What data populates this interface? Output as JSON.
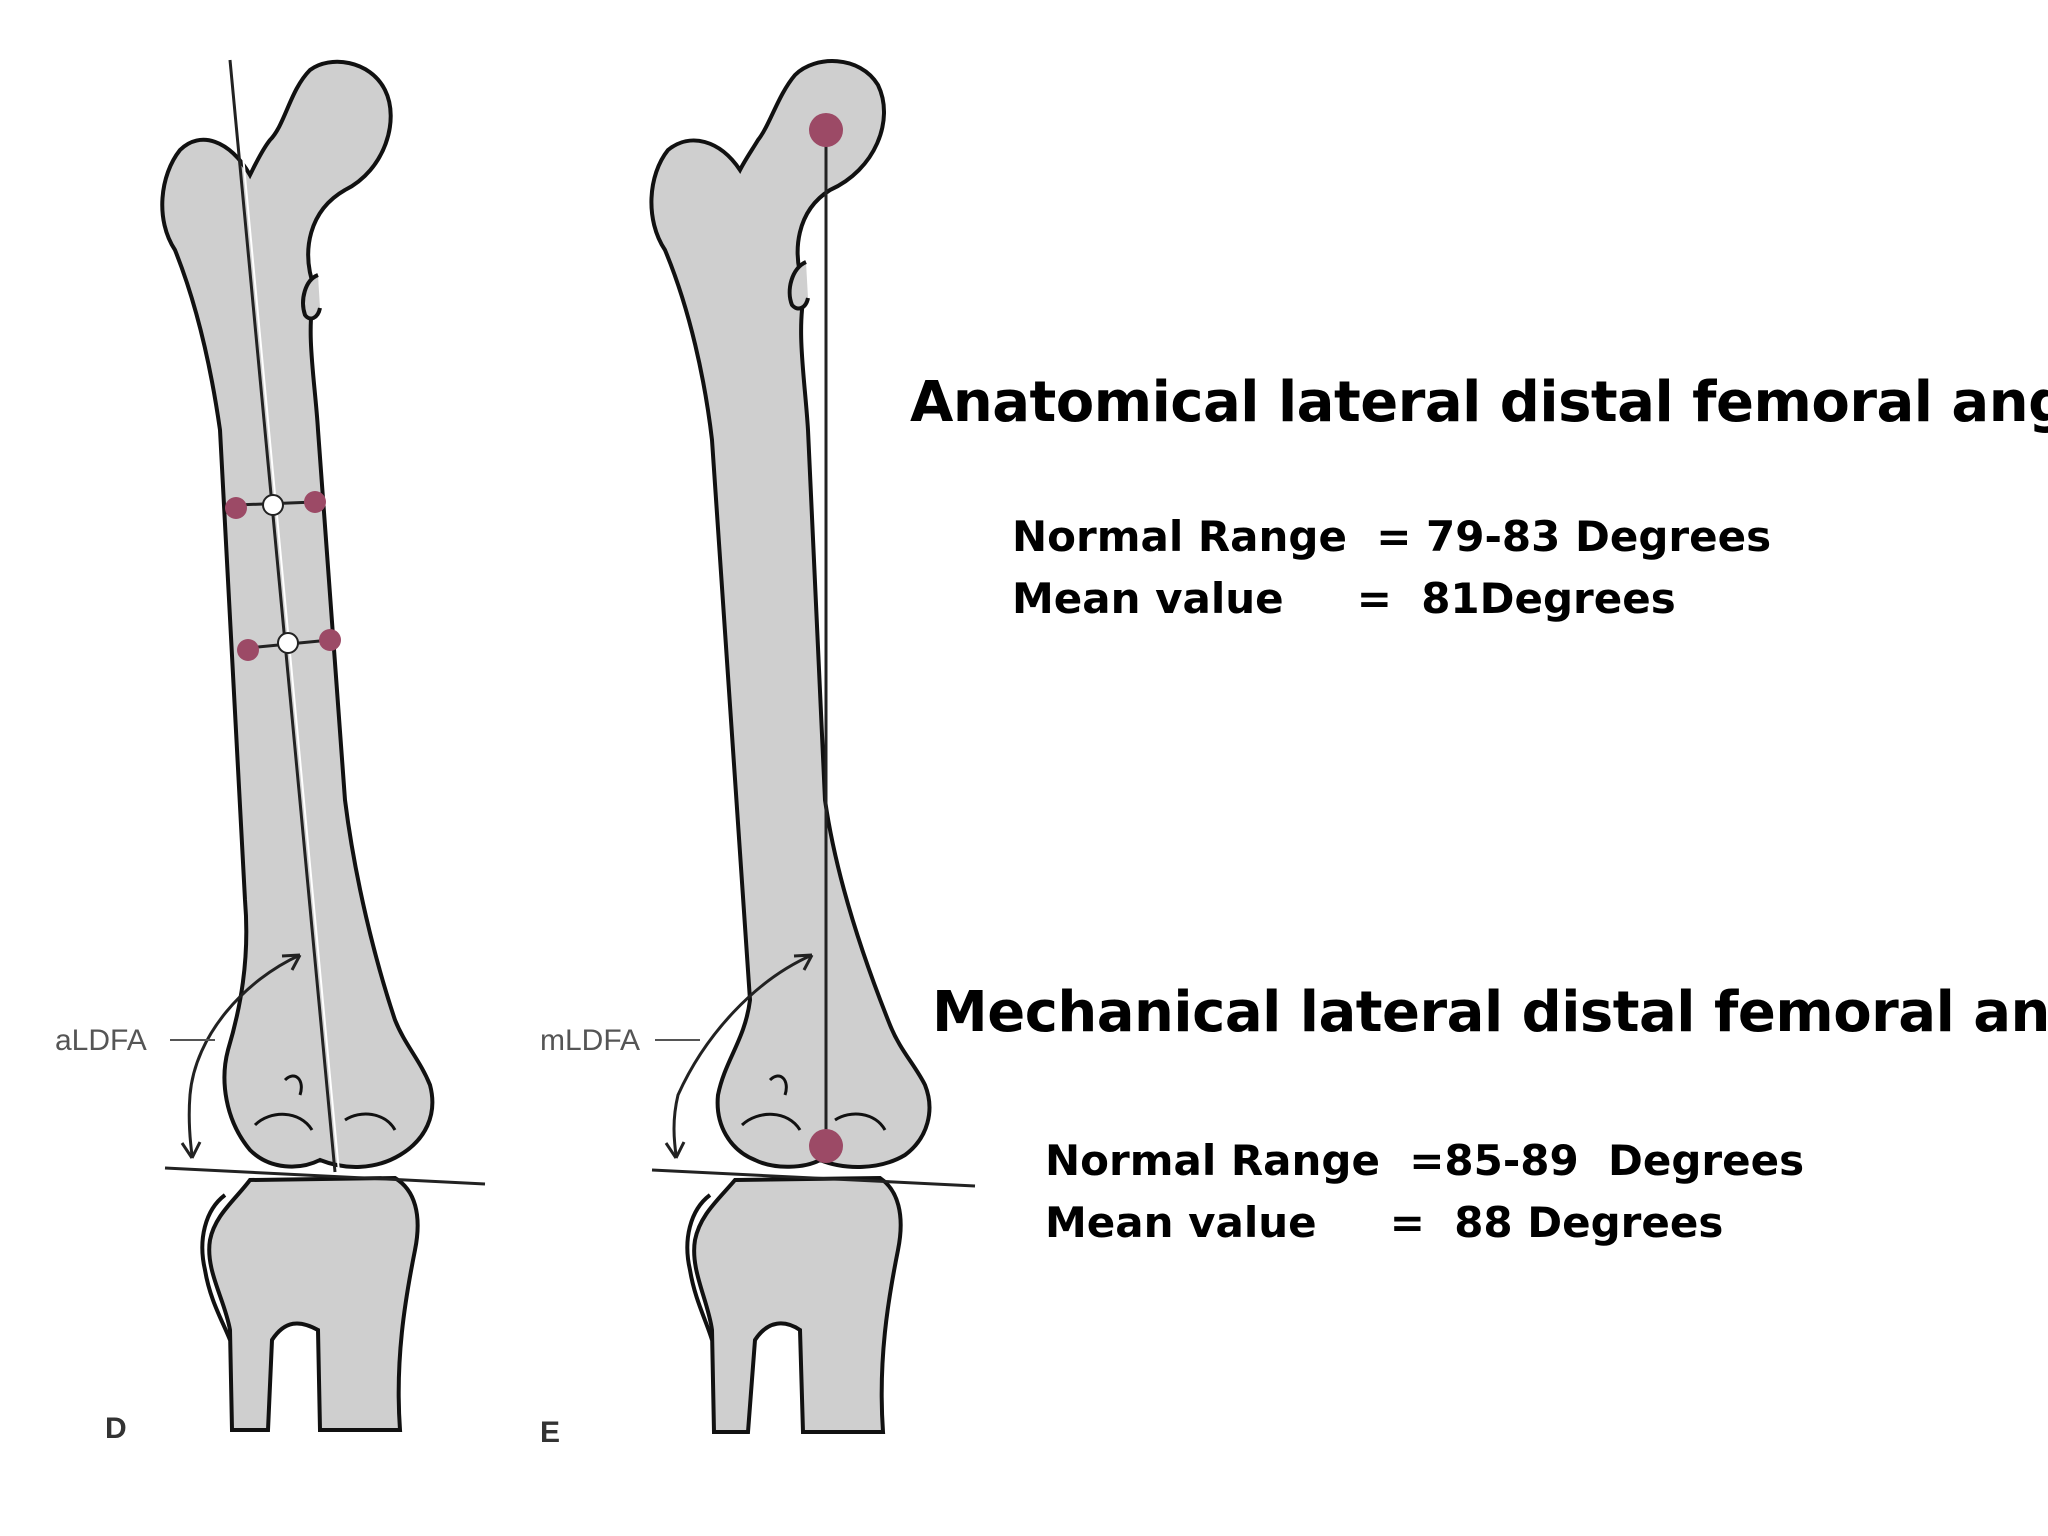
{
  "panels": {
    "left": {
      "letter": "D",
      "angle_label": "aLDFA"
    },
    "right": {
      "letter": "E",
      "angle_label": "mLDFA"
    }
  },
  "anatomical": {
    "heading": "Anatomical lateral distal femoral angle",
    "range_line": "Normal Range  = 79-83 Degrees",
    "mean_line": "Mean value     =  81Degrees"
  },
  "mechanical": {
    "heading": "Mechanical lateral distal femoral angle",
    "range_line": "Normal Range  =85-89  Degrees",
    "mean_line": "Mean value     =  88 Degrees"
  },
  "colors": {
    "bone_fill": "#cfcfcf",
    "bone_outline": "#111111",
    "marker": "#9c4a66",
    "marker_center": "#ffffff",
    "axis_line": "#222222"
  }
}
